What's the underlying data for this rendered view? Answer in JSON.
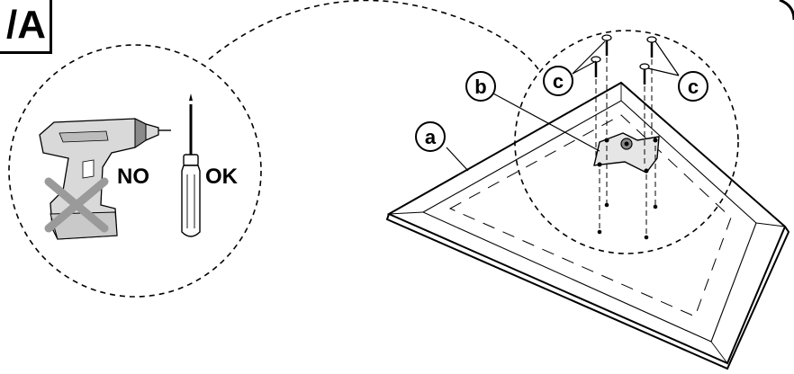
{
  "step_tag": "/A",
  "tools": {
    "drill_verdict": "NO",
    "screwdriver_verdict": "OK"
  },
  "callouts": {
    "base": "a",
    "bracket": "b",
    "screws_left": "c",
    "screws_right": "c"
  },
  "colors": {
    "line": "#000000",
    "tool_gray": "#bdbdbd",
    "cross_gray": "#9a9a9a",
    "background": "#ffffff"
  }
}
